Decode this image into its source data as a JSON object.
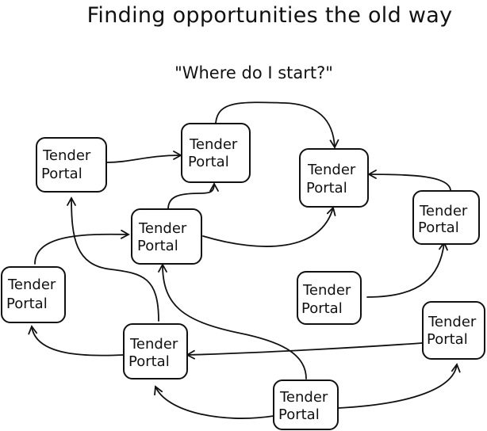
{
  "heading": {
    "title": "Finding opportunities the old way",
    "subtitle": "\"Where do I start?\""
  },
  "node_label": {
    "line1": "Tender",
    "line2": "Portal"
  },
  "colors": {
    "ink": "#111111",
    "background": "#ffffff"
  }
}
